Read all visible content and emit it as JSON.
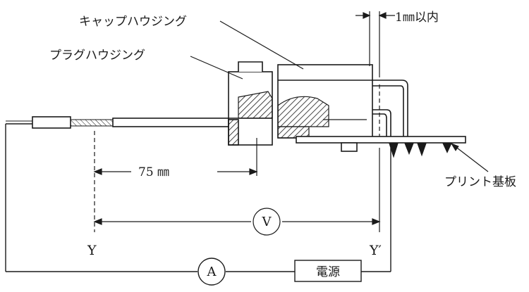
{
  "labels": {
    "cap_housing": "キャップハウジング",
    "plug_housing": "プラグハウジング",
    "clearance": "1㎜以内",
    "pcb": "プリント基板",
    "length": "75 ㎜",
    "point_y": "Y",
    "point_y_prime": "Y′",
    "voltmeter": "V",
    "ammeter": "A",
    "power_supply": "電源"
  },
  "colors": {
    "ink": "#1a1a1a",
    "background": "#ffffff"
  }
}
